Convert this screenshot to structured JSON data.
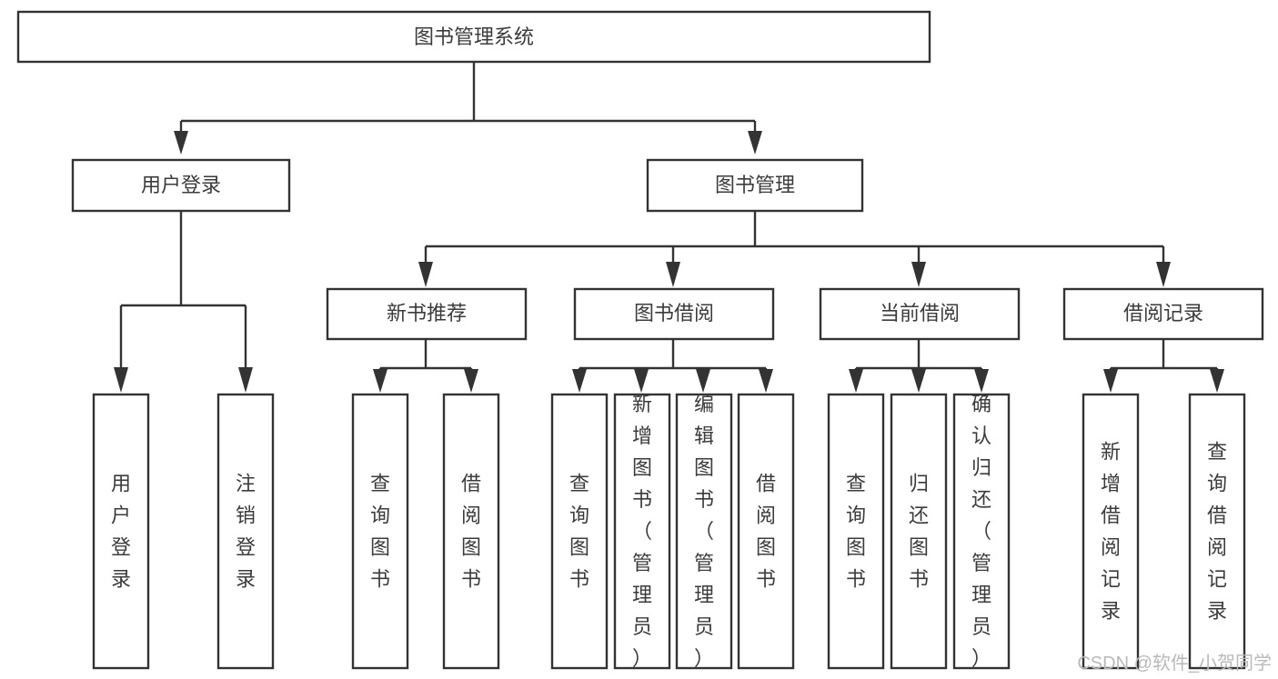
{
  "diagram": {
    "type": "tree-hierarchy",
    "title": "图书管理系统",
    "orientation": "top-down",
    "colors": {
      "box_fill": "#ffffff",
      "box_stroke": "#333333",
      "text": "#3b3b3b",
      "background": "#ffffff",
      "watermark": "#b9b9b9"
    },
    "levels": 4
  },
  "nodes": {
    "root": {
      "label": "图书管理系统",
      "orientation": "horizontal"
    },
    "level1": [
      {
        "id": "user-login",
        "label": "用户登录",
        "orientation": "horizontal"
      },
      {
        "id": "book-management",
        "label": "图书管理",
        "orientation": "horizontal"
      }
    ],
    "level2": [
      {
        "id": "new-book-recommend",
        "label": "新书推荐",
        "orientation": "horizontal",
        "parent": "book-management"
      },
      {
        "id": "book-borrow",
        "label": "图书借阅",
        "orientation": "horizontal",
        "parent": "book-management"
      },
      {
        "id": "current-borrow",
        "label": "当前借阅",
        "orientation": "horizontal",
        "parent": "book-management"
      },
      {
        "id": "borrow-record",
        "label": "借阅记录",
        "orientation": "horizontal",
        "parent": "book-management"
      }
    ],
    "leaves": [
      {
        "id": "leaf-user-login",
        "label": "用户登录",
        "orientation": "vertical",
        "parent": "user-login"
      },
      {
        "id": "leaf-user-logout",
        "label": "注销登录",
        "orientation": "vertical",
        "parent": "user-login"
      },
      {
        "id": "leaf-query-book-1",
        "label": "查询图书",
        "orientation": "vertical",
        "parent": "new-book-recommend"
      },
      {
        "id": "leaf-borrow-book-1",
        "label": "借阅图书",
        "orientation": "vertical",
        "parent": "new-book-recommend"
      },
      {
        "id": "leaf-query-book-2",
        "label": "查询图书",
        "orientation": "vertical",
        "parent": "book-borrow"
      },
      {
        "id": "leaf-add-book",
        "label": "新增图书（管理员）",
        "orientation": "vertical",
        "parent": "book-borrow"
      },
      {
        "id": "leaf-edit-book",
        "label": "编辑图书（管理员）",
        "orientation": "vertical",
        "parent": "book-borrow"
      },
      {
        "id": "leaf-borrow-book-2",
        "label": "借阅图书",
        "orientation": "vertical",
        "parent": "book-borrow"
      },
      {
        "id": "leaf-query-book-3",
        "label": "查询图书",
        "orientation": "vertical",
        "parent": "current-borrow"
      },
      {
        "id": "leaf-return-book",
        "label": "归还图书",
        "orientation": "vertical",
        "parent": "current-borrow"
      },
      {
        "id": "leaf-confirm-return",
        "label": "确认归还（管理员）",
        "orientation": "vertical",
        "parent": "current-borrow"
      },
      {
        "id": "leaf-add-record",
        "label": "新增借阅记录",
        "orientation": "vertical",
        "parent": "borrow-record"
      },
      {
        "id": "leaf-query-record",
        "label": "查询借阅记录",
        "orientation": "vertical",
        "parent": "borrow-record"
      }
    ]
  },
  "watermark": {
    "text": "CSDN @软件_小贺同学"
  }
}
